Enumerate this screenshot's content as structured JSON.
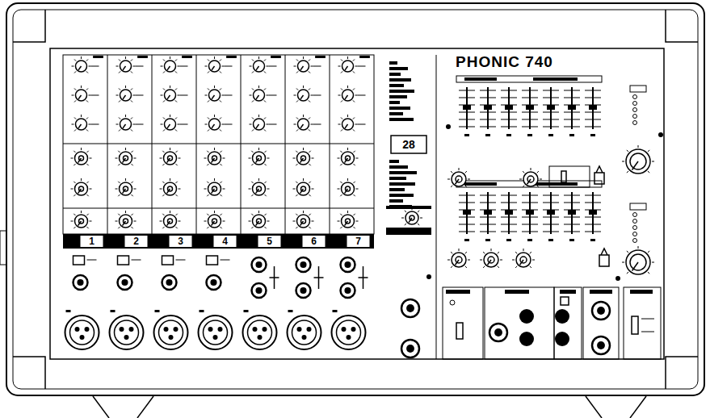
{
  "diagram": {
    "labels": [
      "PHONIC 740",
      "28",
      "1",
      "2",
      "3",
      "4",
      "5",
      "6",
      "7"
    ]
  }
}
